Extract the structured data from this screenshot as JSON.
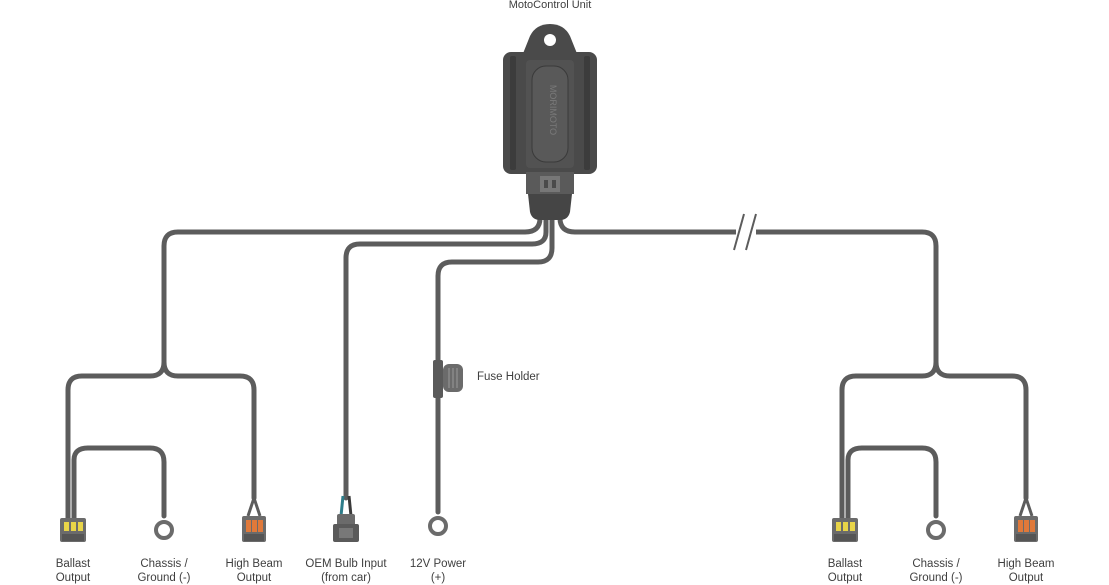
{
  "unit": {
    "label": "MotoControl Unit",
    "brand_text": "MORIMOTO"
  },
  "fuse": {
    "label": "Fuse Holder"
  },
  "left_group": {
    "ballast": [
      "Ballast",
      "Output"
    ],
    "ground": [
      "Chassis /",
      "Ground (-)"
    ],
    "highbeam": [
      "High Beam",
      "Output"
    ]
  },
  "center": {
    "oem": [
      "OEM Bulb Input",
      "(from car)"
    ],
    "power": [
      "12V Power",
      "(+)"
    ]
  },
  "right_group": {
    "ballast": [
      "Ballast",
      "Output"
    ],
    "ground": [
      "Chassis /",
      "Ground (-)"
    ],
    "highbeam": [
      "High Beam",
      "Output"
    ]
  },
  "colors": {
    "wire": "#5c5c5c",
    "unit_body": "#4a4a4a",
    "connector_orange": "#e0793a",
    "connector_yellow": "#e8d448",
    "text": "#3f3f3f"
  }
}
